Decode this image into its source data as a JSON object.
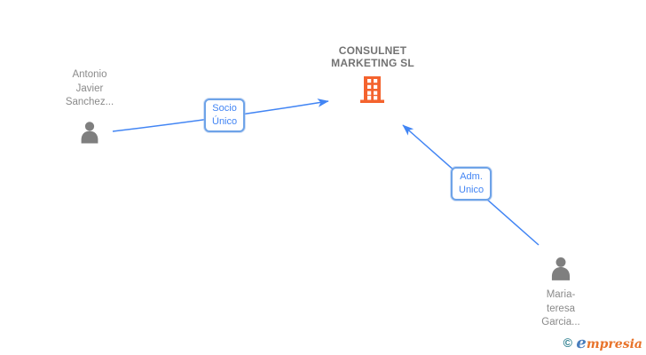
{
  "diagram": {
    "company": {
      "name": "CONSULNET MARKETING SL",
      "lines": [
        "CONSULNET",
        "MARKETING SL"
      ],
      "icon": "building-icon",
      "icon_color": "#f4632e",
      "text_color": "#737373"
    },
    "persons": [
      {
        "name": "Antonio Javier Sanchez...",
        "lines": [
          "Antonio",
          "Javier",
          "Sanchez..."
        ],
        "icon": "person-icon",
        "icon_color": "#7f7f7f"
      },
      {
        "name": "Maria-teresa Garcia...",
        "lines": [
          "Maria-",
          "teresa",
          "Garcia..."
        ],
        "icon": "person-icon",
        "icon_color": "#7f7f7f"
      }
    ],
    "edges": [
      {
        "from": "Antonio Javier Sanchez...",
        "to": "CONSULNET MARKETING SL",
        "label_lines": [
          "Socio",
          "Único"
        ]
      },
      {
        "from": "Maria-teresa Garcia...",
        "to": "CONSULNET MARKETING SL",
        "label_lines": [
          "Adm.",
          "Unico"
        ]
      }
    ],
    "colors": {
      "edge_blue": "#4285f4",
      "label_gray": "#8a8a8a",
      "company_orange": "#f4632e",
      "person_gray": "#7f7f7f"
    }
  },
  "watermark": {
    "copyright_symbol": "©",
    "brand_first_letter": "e",
    "brand_rest": "mpresia"
  }
}
